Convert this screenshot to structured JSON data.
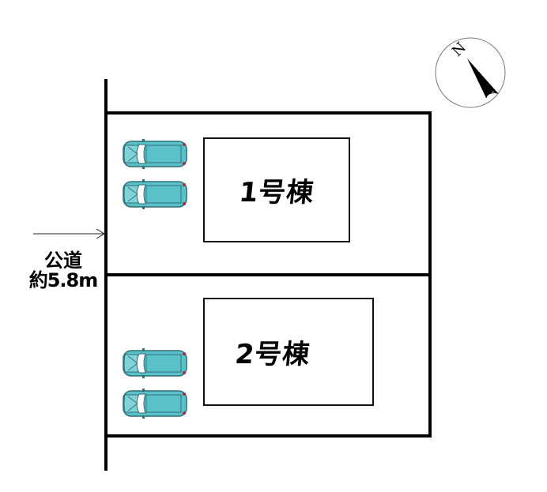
{
  "diagram": {
    "type": "site-plan",
    "road": {
      "label_line1": "公道",
      "label_line2": "約5.8m",
      "arrow_direction": "right"
    },
    "compass": {
      "label": "N",
      "icon": "north-arrow-icon"
    },
    "lots": [
      {
        "id": 1,
        "building_label": "1号棟",
        "parking_spaces": 2
      },
      {
        "id": 2,
        "building_label": "2号棟",
        "parking_spaces": 2
      }
    ],
    "colors": {
      "line": "#000000",
      "car_body": "#5bc1c9",
      "car_outline": "#2f6f76",
      "background": "#ffffff"
    }
  }
}
